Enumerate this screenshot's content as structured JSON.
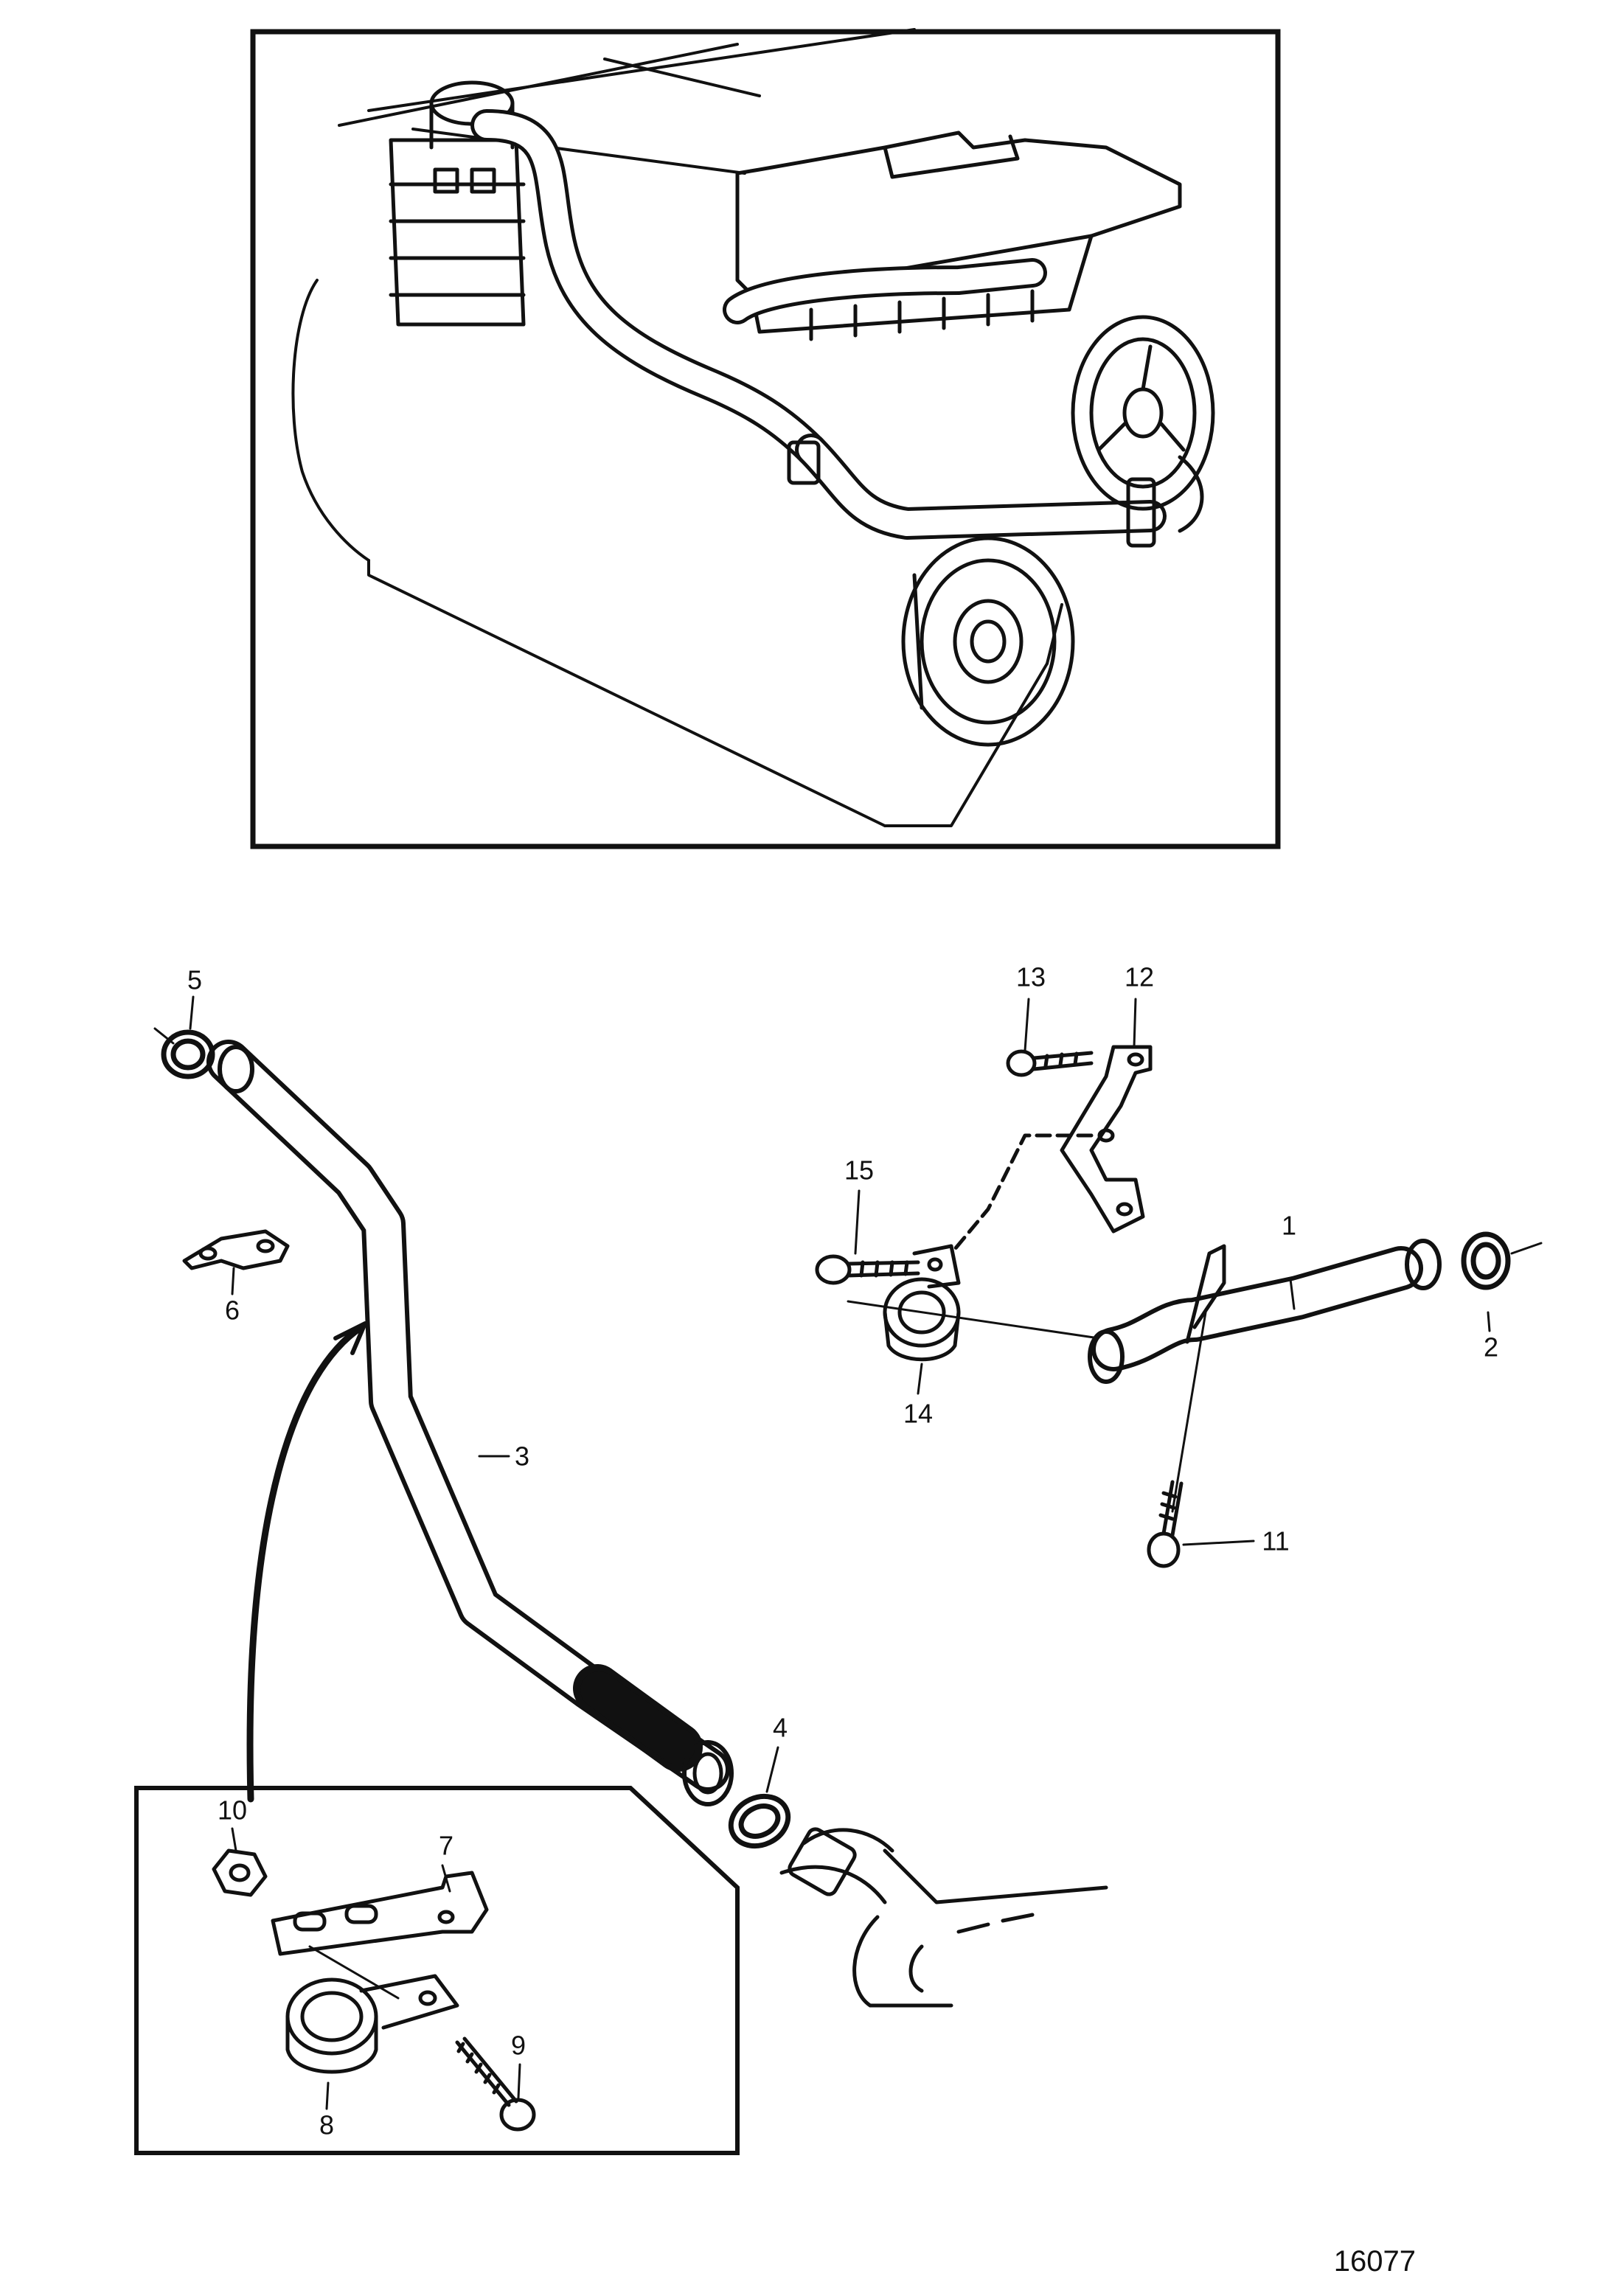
{
  "figure_number": "16077",
  "colors": {
    "ink": "#111111",
    "paper": "#ffffff"
  },
  "callouts": {
    "c1": "1",
    "c2": "2",
    "c3": "3",
    "c4": "4",
    "c5": "5",
    "c6": "6",
    "c7": "7",
    "c8": "8",
    "c9": "9",
    "c10": "10",
    "c11": "11",
    "c12": "12",
    "c13": "13",
    "c14": "14",
    "c15": "15"
  }
}
